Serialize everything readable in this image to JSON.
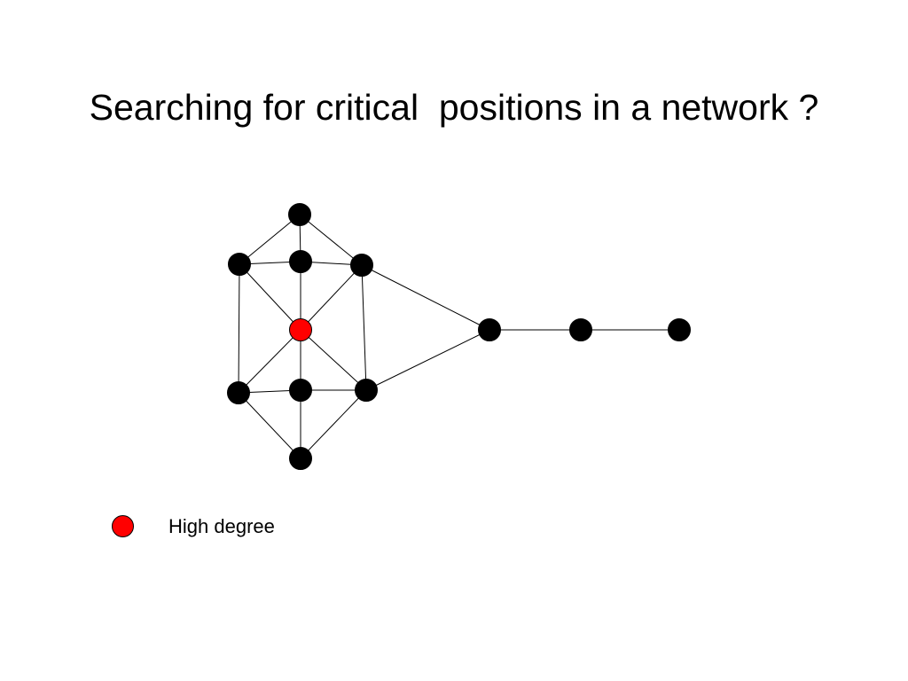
{
  "slide": {
    "title": "Searching for critical  positions in a network ?"
  },
  "network": {
    "colors": {
      "edge": "#000000",
      "node": "#000000",
      "highlight": "#ff0000"
    },
    "nodes": [
      {
        "id": "n-top",
        "highlight": false
      },
      {
        "id": "n-upper-left",
        "highlight": false
      },
      {
        "id": "n-upper-mid",
        "highlight": false
      },
      {
        "id": "n-upper-right",
        "highlight": false
      },
      {
        "id": "n-center",
        "highlight": true
      },
      {
        "id": "n-lower-left",
        "highlight": false
      },
      {
        "id": "n-lower-mid",
        "highlight": false
      },
      {
        "id": "n-lower-right",
        "highlight": false
      },
      {
        "id": "n-bottom",
        "highlight": false
      },
      {
        "id": "n-bridge",
        "highlight": false
      },
      {
        "id": "n-tail-1",
        "highlight": false
      },
      {
        "id": "n-tail-2",
        "highlight": false
      }
    ],
    "edges": [
      [
        "n-top",
        "n-upper-left"
      ],
      [
        "n-top",
        "n-upper-mid"
      ],
      [
        "n-top",
        "n-upper-right"
      ],
      [
        "n-upper-left",
        "n-upper-mid"
      ],
      [
        "n-upper-mid",
        "n-upper-right"
      ],
      [
        "n-upper-left",
        "n-lower-left"
      ],
      [
        "n-upper-right",
        "n-lower-right"
      ],
      [
        "n-upper-left",
        "n-center"
      ],
      [
        "n-upper-mid",
        "n-center"
      ],
      [
        "n-upper-right",
        "n-center"
      ],
      [
        "n-center",
        "n-lower-left"
      ],
      [
        "n-center",
        "n-lower-mid"
      ],
      [
        "n-center",
        "n-lower-right"
      ],
      [
        "n-lower-left",
        "n-lower-mid"
      ],
      [
        "n-lower-mid",
        "n-lower-right"
      ],
      [
        "n-lower-left",
        "n-bottom"
      ],
      [
        "n-lower-mid",
        "n-bottom"
      ],
      [
        "n-lower-right",
        "n-bottom"
      ],
      [
        "n-upper-right",
        "n-bridge"
      ],
      [
        "n-lower-right",
        "n-bridge"
      ],
      [
        "n-bridge",
        "n-tail-1"
      ],
      [
        "n-tail-1",
        "n-tail-2"
      ]
    ]
  },
  "legend": {
    "label": "High degree",
    "swatch_color": "#ff0000"
  }
}
